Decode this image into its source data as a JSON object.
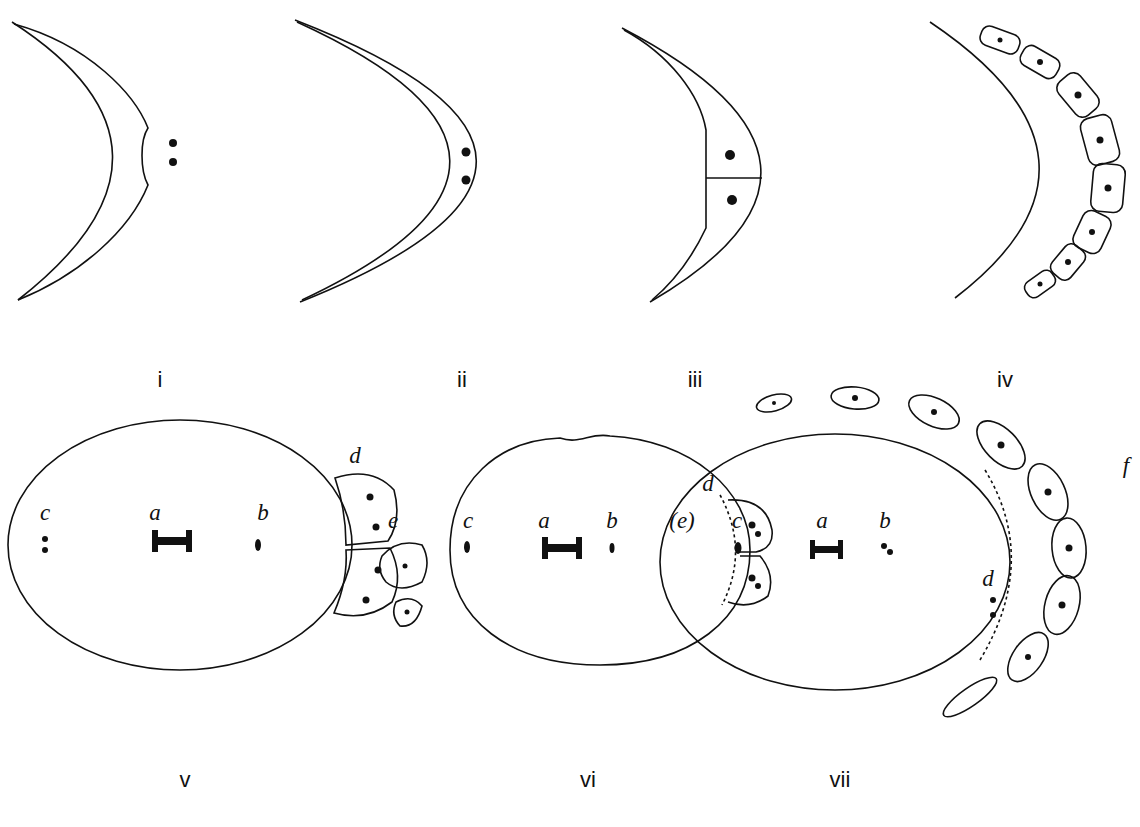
{
  "diagram": {
    "labels": [
      "i",
      "ii",
      "iii",
      "iv",
      "d",
      "c",
      "a",
      "b",
      "e",
      "d",
      "c",
      "a",
      "b",
      "f",
      "(e)",
      "c",
      "a",
      "b",
      "d",
      "v",
      "vi",
      "vii"
    ]
  }
}
